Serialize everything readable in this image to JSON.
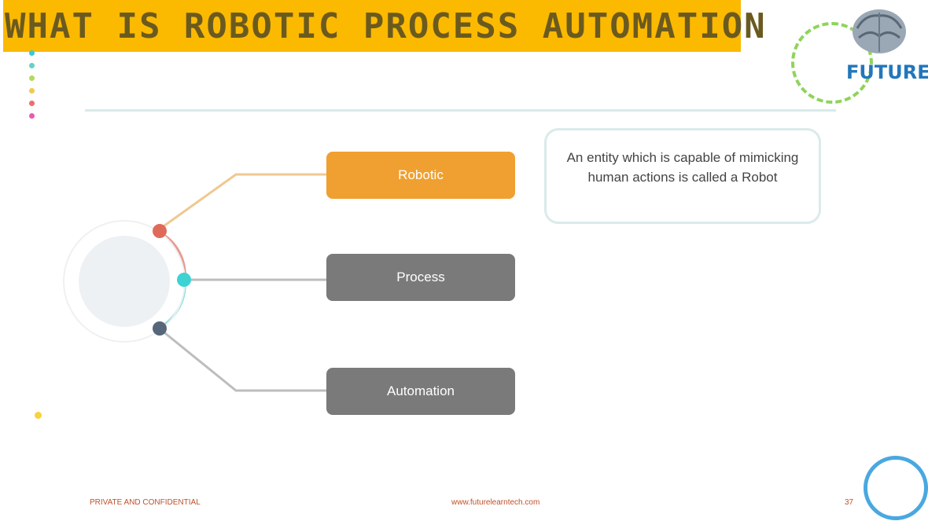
{
  "slide": {
    "title": "WHAT IS ROBOTIC PROCESS AUTOMATION",
    "logo_text": "FUTURE"
  },
  "boxes": {
    "robotic": "Robotic",
    "process": "Process",
    "automation": "Automation"
  },
  "description": "An entity which is capable of mimicking human actions is called a Robot",
  "footer": {
    "left": "PRIVATE AND CONFIDENTIAL",
    "center": "www.futurelearntech.com",
    "page_number": "37"
  },
  "colors": {
    "title_band": "#fbb900",
    "robotic_box": "#f0a030",
    "grey_box": "#7a7a7a",
    "node_red": "#e06a5a",
    "node_cyan": "#3ed3d3",
    "node_slate": "#56677a"
  }
}
